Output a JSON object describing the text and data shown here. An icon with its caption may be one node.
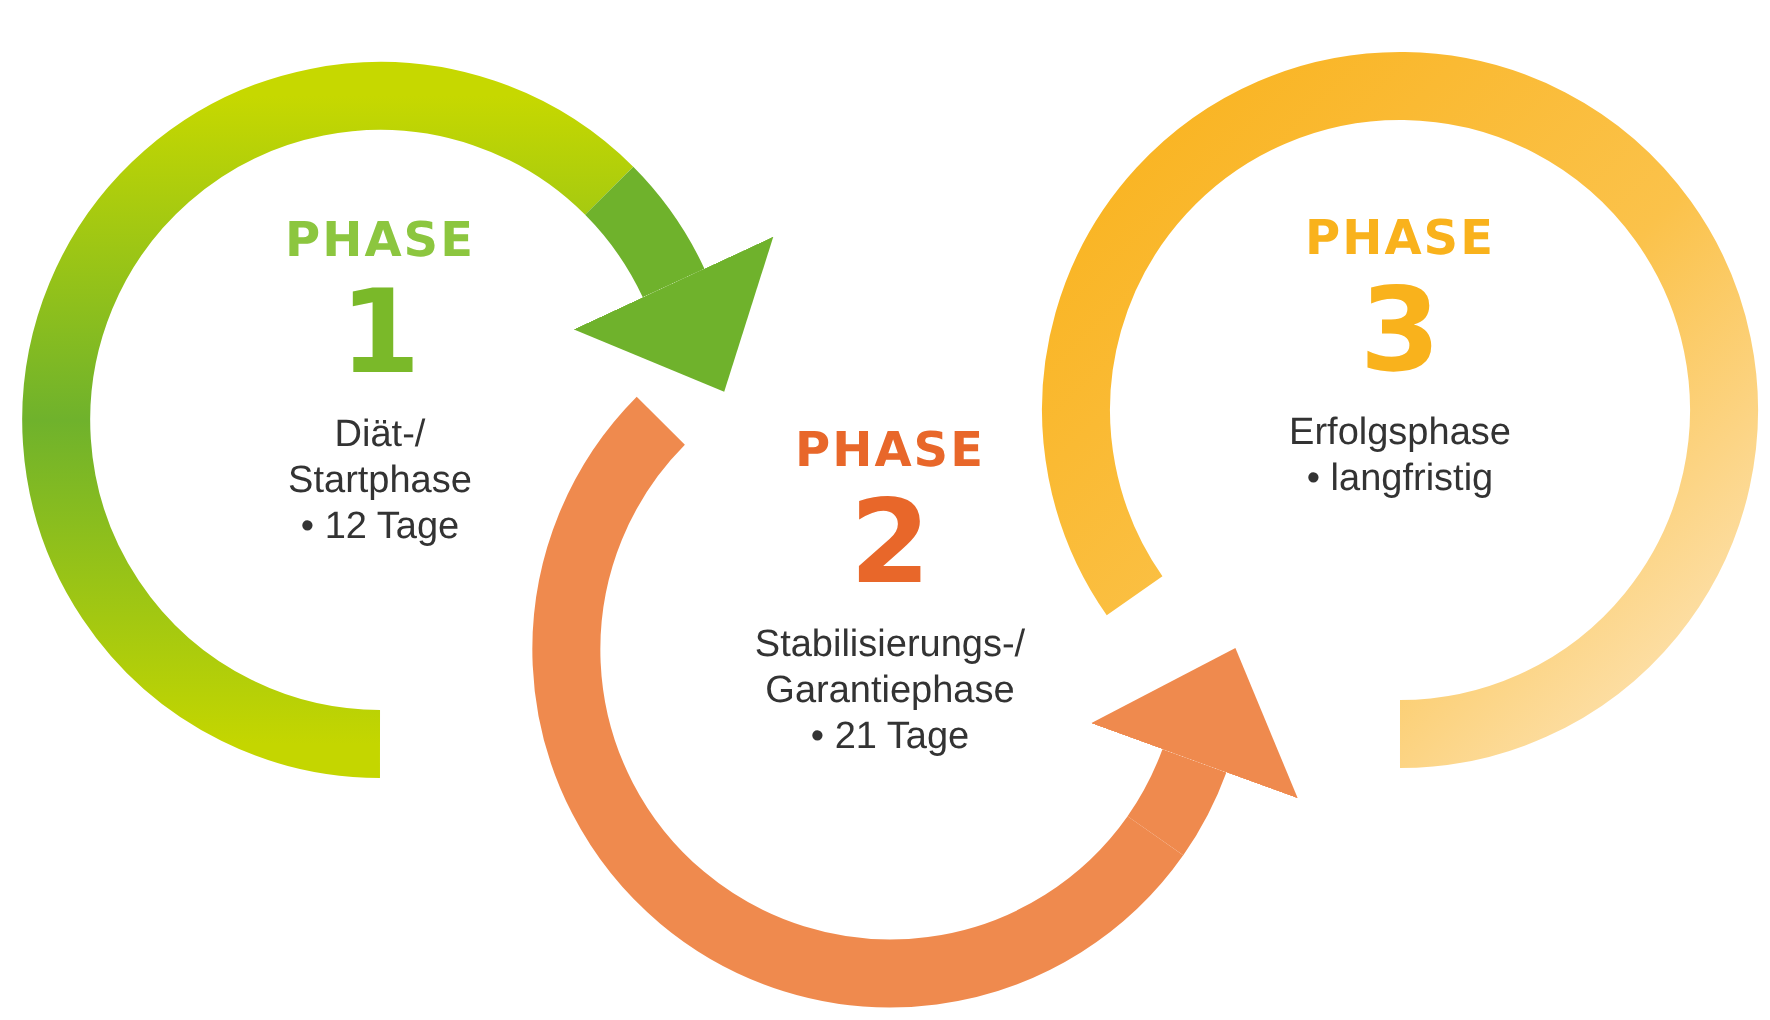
{
  "diagram": {
    "nodes": [
      {
        "text": [
          "PHASE",
          "1",
          "Diät-/ Startphase",
          "• 12 Tage"
        ]
      },
      {
        "text": [
          "PHASE",
          "2",
          "Stabilisierungs-/ Garantiephase",
          "• 21 Tage"
        ]
      },
      {
        "text": [
          "PHASE",
          "3",
          "Erfolgsphase",
          "• langfristig"
        ]
      }
    ],
    "edges": [
      {
        "from": 0,
        "to": 1,
        "arrow": "to",
        "color": "#6fb22c"
      },
      {
        "from": 1,
        "to": 2,
        "arrow": "to",
        "color": "#ef8a4e"
      }
    ]
  }
}
